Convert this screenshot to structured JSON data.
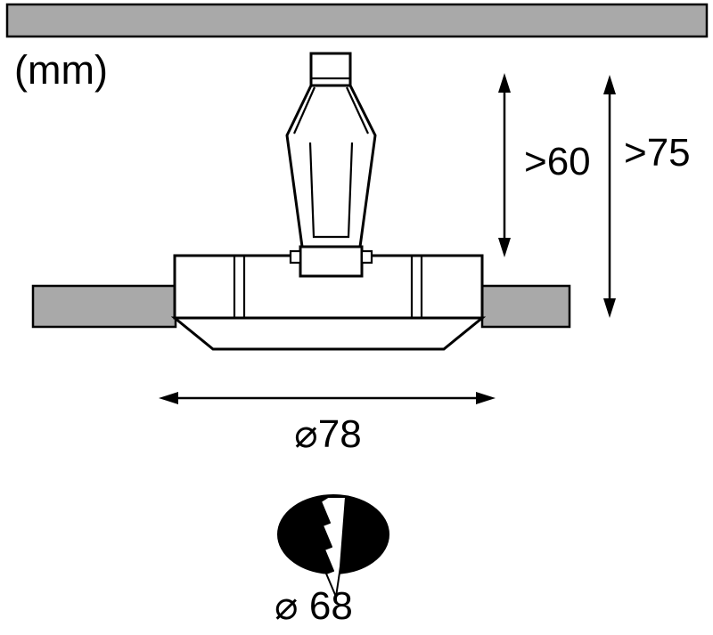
{
  "drawing": {
    "unit_label": "(mm)",
    "labels": {
      "min_recess_depth": ">60",
      "min_total_depth": ">75",
      "fixture_diameter": "⌀78",
      "cutout_diameter": "⌀ 68"
    },
    "colors": {
      "panel_gray": "#a9a9a9",
      "line_black": "#000000"
    },
    "icons": [
      "lightning-icon",
      "dimension-arrow-icon"
    ]
  }
}
